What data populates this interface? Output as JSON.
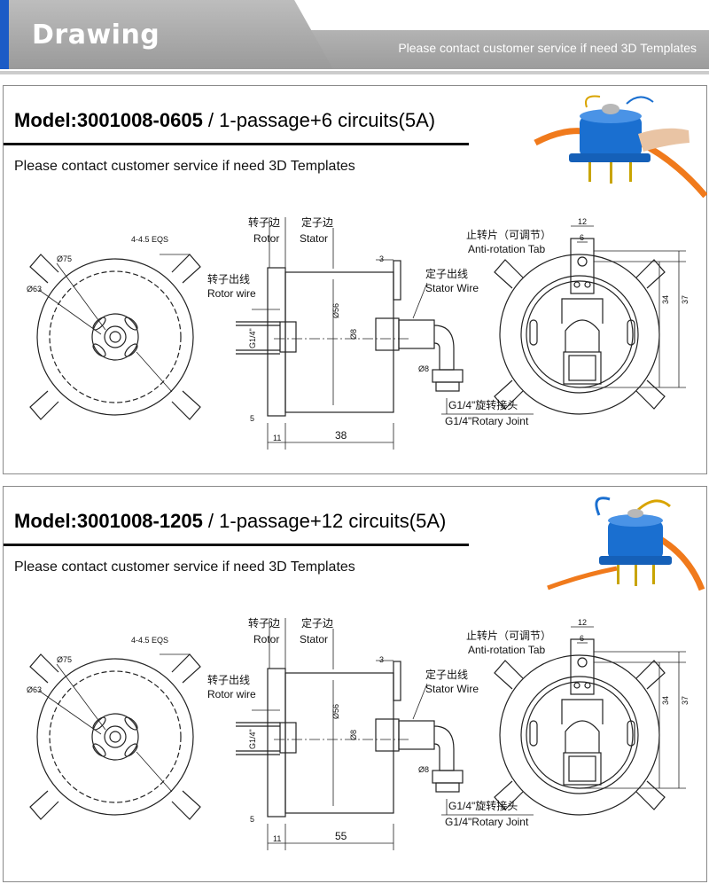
{
  "header": {
    "title": "Drawing",
    "note": "Please contact customer service if need 3D Templates"
  },
  "models": [
    {
      "model_label": "Model:",
      "model_code": "3001008-0605",
      "description": " / 1-passage+6 circuits(5A)",
      "contact": "Please contact customer service if need 3D Templates",
      "front": {
        "eqs": "4-4.5 EQS",
        "d75": "Ø75",
        "d63": "Ø63"
      },
      "side": {
        "rotor_cn": "转子边",
        "rotor_en": "Rotor",
        "stator_cn": "定子边",
        "stator_en": "Stator",
        "rotor_wire_cn": "转子出线",
        "rotor_wire_en": "Rotor wire",
        "stator_wire_cn": "定子出线",
        "stator_wire_en": "Stator Wire",
        "thread": "G1/4\"",
        "d56": "Ø56",
        "d8": "Ø8",
        "d8b": "Ø8",
        "dim3": "3",
        "dim5": "5",
        "dim11": "11",
        "length": "38",
        "joint_cn": "G1/4\"旋转接头",
        "joint_en": "G1/4\"Rotary Joint"
      },
      "back": {
        "tab_cn": "止转片（可调节）",
        "tab_en": "Anti-rotation Tab",
        "dim12": "12",
        "dim6": "6",
        "dim34": "34",
        "dim37": "37"
      }
    },
    {
      "model_label": "Model:",
      "model_code": "3001008-1205",
      "description": " / 1-passage+12 circuits(5A)",
      "contact": "Please contact customer service if need 3D Templates",
      "front": {
        "eqs": "4-4.5 EQS",
        "d75": "Ø75",
        "d63": "Ø63"
      },
      "side": {
        "rotor_cn": "转子边",
        "rotor_en": "Rotor",
        "stator_cn": "定子边",
        "stator_en": "Stator",
        "rotor_wire_cn": "转子出线",
        "rotor_wire_en": "Rotor wire",
        "stator_wire_cn": "定子出线",
        "stator_wire_en": "Stator Wire",
        "thread": "G1/4\"",
        "d56": "Ø56",
        "d8": "Ø8",
        "d8b": "Ø8",
        "dim3": "3",
        "dim5": "5",
        "dim11": "11",
        "length": "55",
        "joint_cn": "G1/4\"旋转接头",
        "joint_en": "G1/4\"Rotary Joint"
      },
      "back": {
        "tab_cn": "止转片（可调节）",
        "tab_en": "Anti-rotation Tab",
        "dim12": "12",
        "dim6": "6",
        "dim34": "34",
        "dim37": "37"
      }
    }
  ],
  "colors": {
    "banner_blue": "#1c5bc6",
    "product_blue": "#1a6fd0",
    "cable_orange": "#f07a1c"
  }
}
